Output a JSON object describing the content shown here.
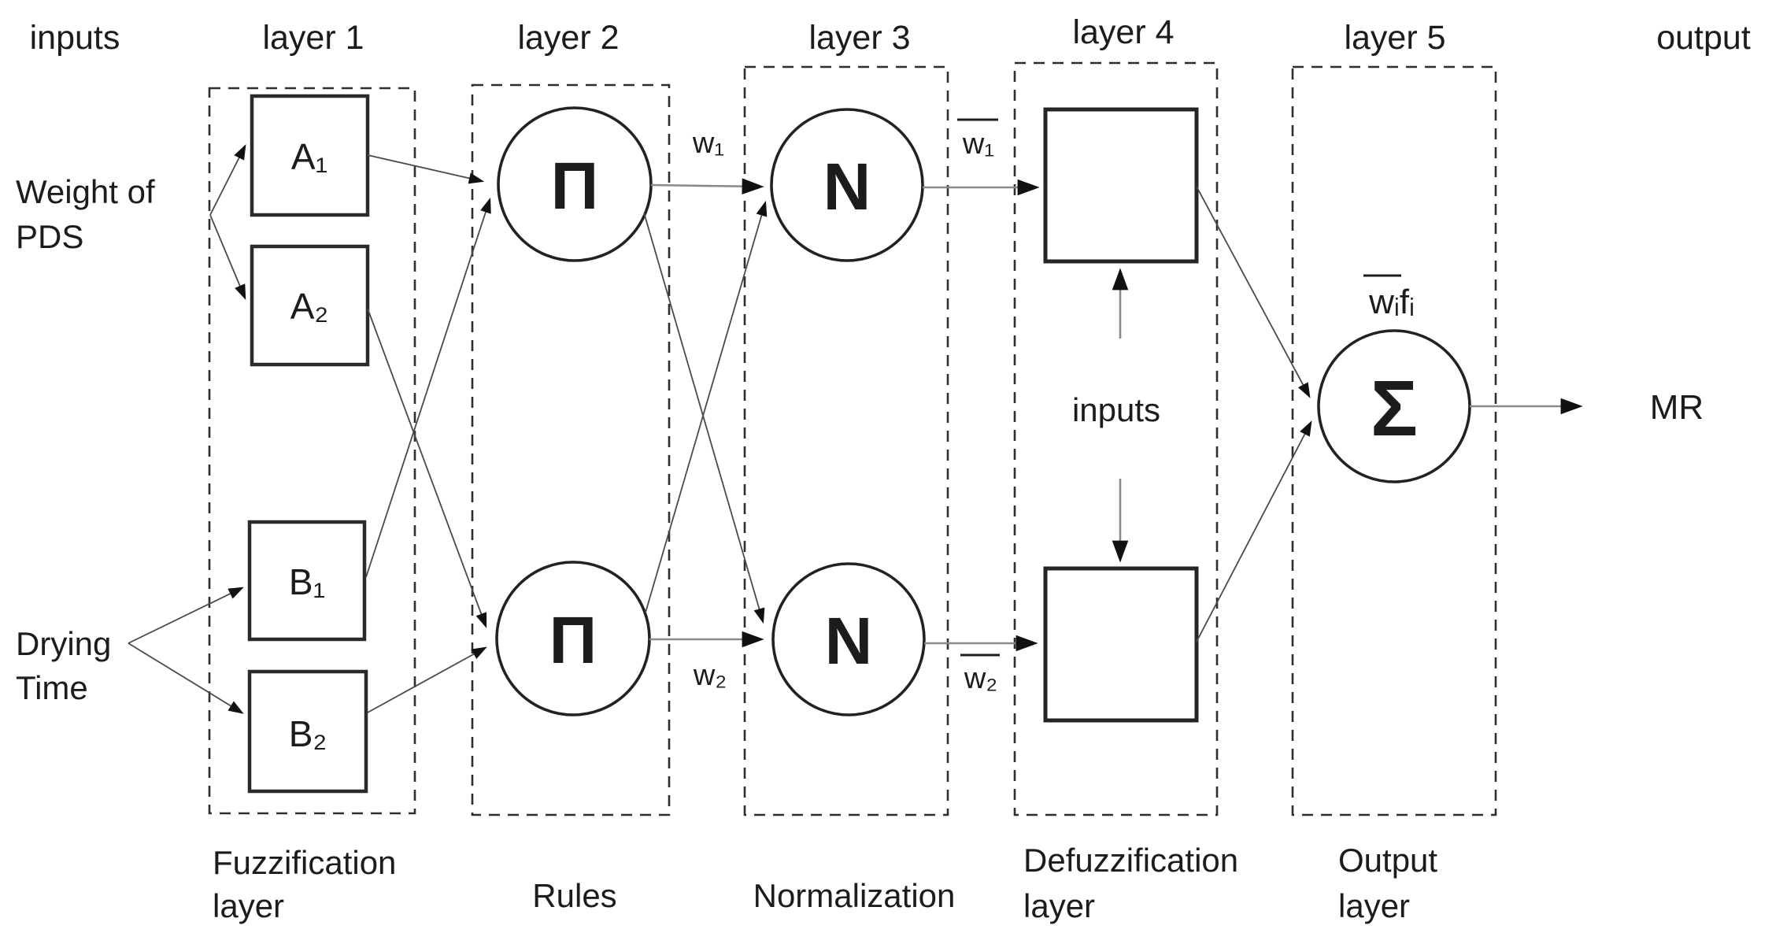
{
  "diagram": {
    "column_headers": {
      "inputs": "inputs",
      "layer1": "layer 1",
      "layer2": "layer 2",
      "layer3": "layer 3",
      "layer4": "layer 4",
      "layer5": "layer 5",
      "output": "output"
    },
    "inputs": {
      "input1_line1": "Weight of",
      "input1_line2": "PDS",
      "input2_line1": "Drying",
      "input2_line2": "Time"
    },
    "layer1_nodes": {
      "a1": "A₁",
      "a2": "A₂",
      "b1": "B₁",
      "b2": "B₂"
    },
    "layer2_nodes": {
      "pi1": "Π",
      "pi2": "Π"
    },
    "layer3_nodes": {
      "n1": "N",
      "n2": "N"
    },
    "layer5_nodes": {
      "sigma": "Σ"
    },
    "edge_labels": {
      "w1": "w₁",
      "w2": "w₂",
      "w1_bar": "w₁",
      "w2_bar": "w₂",
      "wifi_bar": "wᵢfᵢ",
      "layer4_inputs": "inputs"
    },
    "output_label": "MR",
    "captions": {
      "layer1_line1": "Fuzzification",
      "layer1_line2": "layer",
      "layer2": "Rules",
      "layer3": "Normalization",
      "layer4_line1": "Defuzzification",
      "layer4_line2": "layer",
      "layer5_line1": "Output",
      "layer5_line2": "layer"
    }
  }
}
